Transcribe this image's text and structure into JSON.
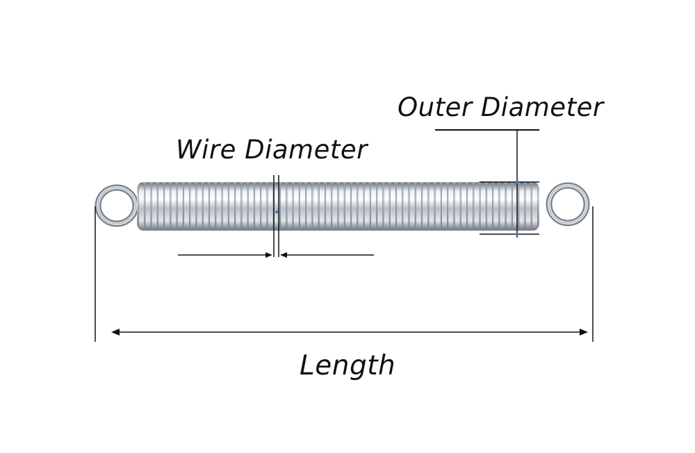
{
  "labels": {
    "outer_diameter": "Outer Diameter",
    "wire_diameter": "Wire Diameter",
    "length": "Length"
  },
  "spring": {
    "coil_count": 62
  },
  "colors": {
    "background": "#ffffff",
    "dimension_line": "#111111",
    "marker_dot": "#3a7bd5",
    "spring_light": "#f4f6f8",
    "spring_mid": "#b9c0c8",
    "spring_dark": "#6c747d"
  }
}
